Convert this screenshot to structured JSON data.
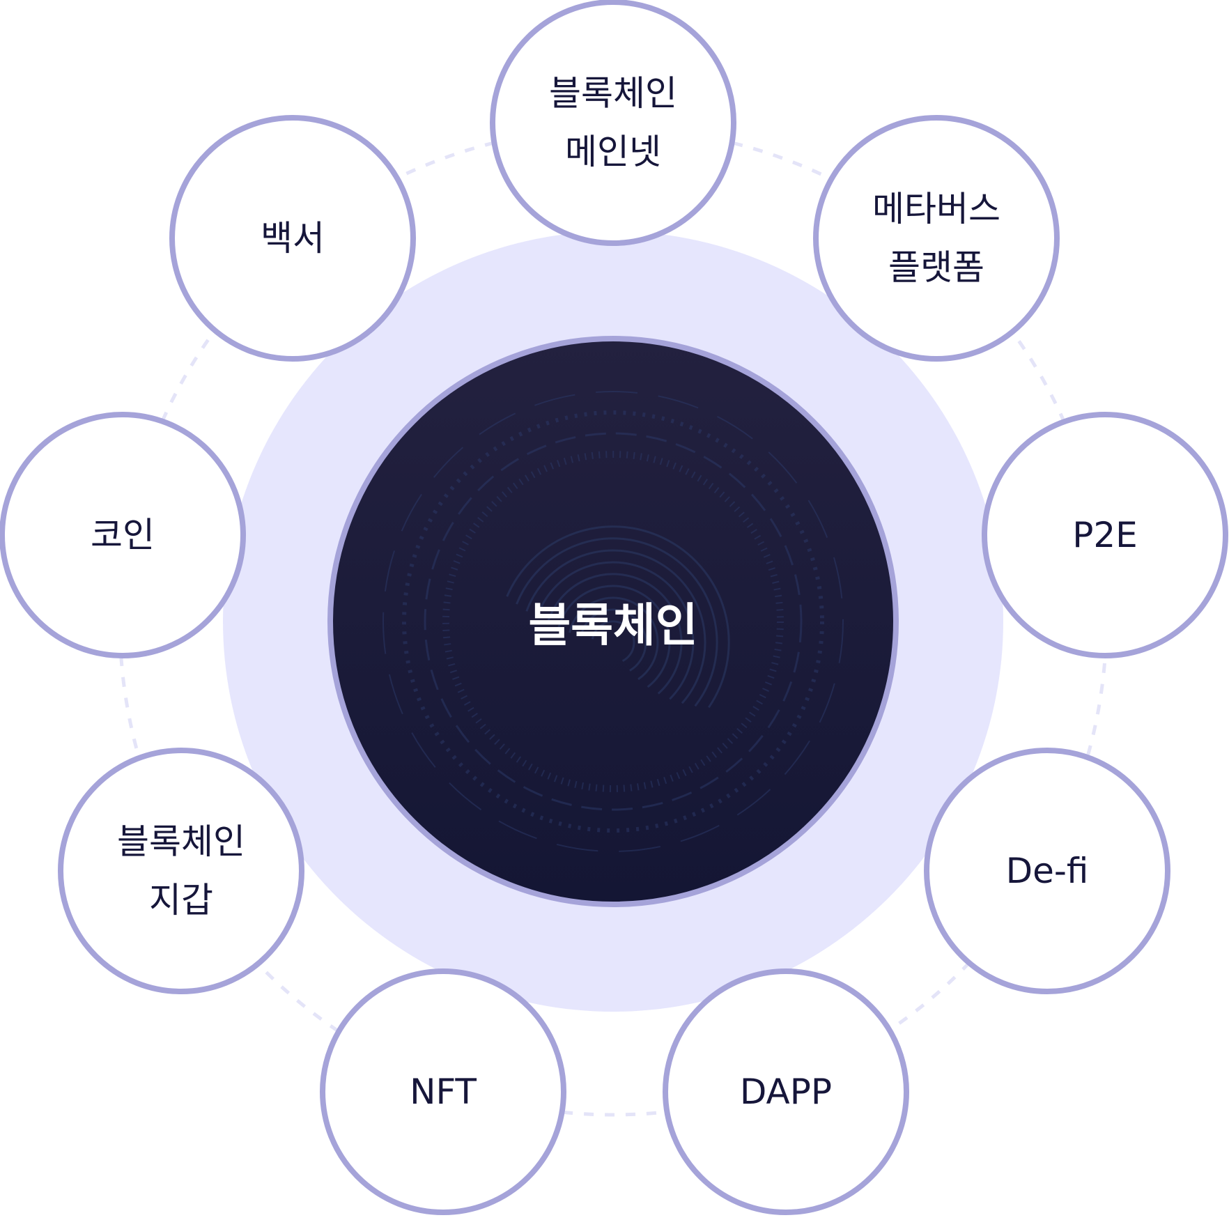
{
  "diagram": {
    "center_label": "블록체인",
    "colors": {
      "halo": "#e6e6fd",
      "ring_stroke": "#a5a3d9",
      "dashed_orbit": "#e4e4f8",
      "center_fill_top": "#23213f",
      "center_fill_bottom": "#141634",
      "node_fill": "#ffffff",
      "text_dark": "#16163a"
    },
    "nodes": [
      {
        "key": "mainnet",
        "lines": [
          "블록체인",
          "메인넷"
        ]
      },
      {
        "key": "metaverse",
        "lines": [
          "메타버스",
          "플랫폼"
        ]
      },
      {
        "key": "p2e",
        "lines": [
          "P2E"
        ]
      },
      {
        "key": "defi",
        "lines": [
          "De-fi"
        ]
      },
      {
        "key": "dapp",
        "lines": [
          "DAPP"
        ]
      },
      {
        "key": "nft",
        "lines": [
          "NFT"
        ]
      },
      {
        "key": "wallet",
        "lines": [
          "블록체인",
          "지갑"
        ]
      },
      {
        "key": "coin",
        "lines": [
          "코인"
        ]
      },
      {
        "key": "whitepaper",
        "lines": [
          "백서"
        ]
      }
    ]
  }
}
